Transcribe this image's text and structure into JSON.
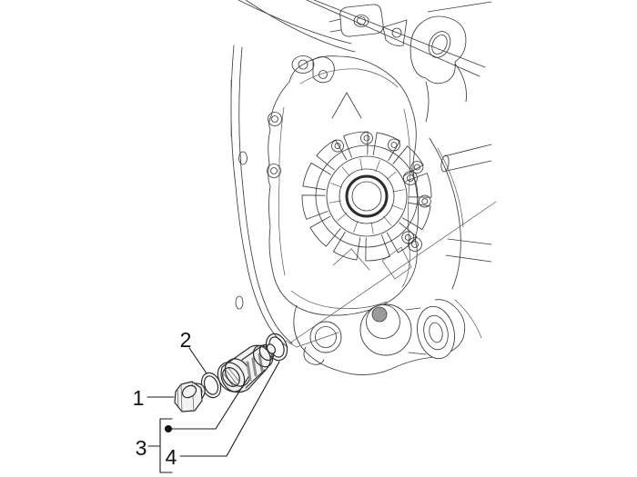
{
  "diagram": {
    "title": "exploded-parts-diagram",
    "background_color": "#ffffff",
    "line_color": "#3d3d3d",
    "label_color": "#111111",
    "callouts": [
      {
        "label": "1",
        "part": "hex-plug"
      },
      {
        "label": "2",
        "part": "o-ring-small"
      },
      {
        "label": "3",
        "part": "strainer-assembly-group"
      },
      {
        "label": "4",
        "part": "o-ring-large"
      }
    ]
  }
}
